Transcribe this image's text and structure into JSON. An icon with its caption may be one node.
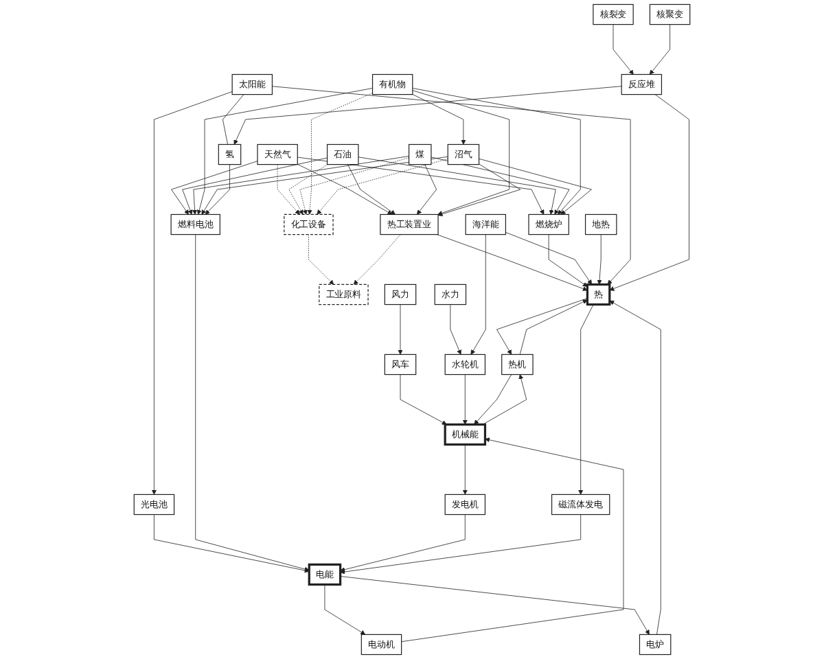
{
  "diagram": {
    "nodes": [
      {
        "text": [
          "天然气"
        ]
      },
      {
        "text": [
          "石油"
        ]
      },
      {
        "text": [
          "煤"
        ]
      },
      {
        "text": [
          "有机物"
        ]
      },
      {
        "text": [
          "沼气"
        ]
      },
      {
        "text": [
          "风力"
        ]
      },
      {
        "text": [
          "水力"
        ]
      },
      {
        "text": [
          "海洋能"
        ]
      },
      {
        "text": [
          "地热"
        ]
      },
      {
        "text": [
          "太阳能"
        ]
      },
      {
        "text": [
          "氢"
        ]
      },
      {
        "text": [
          "核裂变"
        ]
      },
      {
        "text": [
          "核聚变"
        ]
      },
      {
        "text": [
          "化工设备"
        ]
      },
      {
        "text": [
          "热工装置业"
        ]
      },
      {
        "text": [
          "燃烧炉"
        ]
      },
      {
        "text": [
          "风车"
        ]
      },
      {
        "text": [
          "水轮机"
        ]
      },
      {
        "text": [
          "光电池"
        ]
      },
      {
        "text": [
          "燃料电池"
        ]
      },
      {
        "text": [
          "反应堆"
        ]
      },
      {
        "text": [
          "工业原料"
        ]
      },
      {
        "text": [
          "热"
        ]
      },
      {
        "text": [
          "热机"
        ]
      },
      {
        "text": [
          "机械能"
        ]
      },
      {
        "text": [
          "发电机"
        ]
      },
      {
        "text": [
          "电能"
        ]
      },
      {
        "text": [
          "电动机"
        ]
      },
      {
        "text": [
          "磁流体发电"
        ]
      },
      {
        "text": [
          "电炉"
        ]
      }
    ],
    "edges": [
      {
        "from": 3,
        "to": 4,
        "arrow": "to"
      },
      {
        "from": 0,
        "to": 13,
        "arrow": "to",
        "style": "dashed"
      },
      {
        "from": 1,
        "to": 13,
        "arrow": "to",
        "style": "dashed"
      },
      {
        "from": 2,
        "to": 13,
        "arrow": "to",
        "style": "dashed"
      },
      {
        "from": 3,
        "to": 13,
        "arrow": "to",
        "style": "dashed"
      },
      {
        "from": 4,
        "to": 13,
        "arrow": "to",
        "style": "dashed"
      },
      {
        "from": 0,
        "to": 14,
        "arrow": "to"
      },
      {
        "from": 1,
        "to": 14,
        "arrow": "to"
      },
      {
        "from": 2,
        "to": 14,
        "arrow": "to"
      },
      {
        "from": 3,
        "to": 14,
        "arrow": "to"
      },
      {
        "from": 4,
        "to": 14,
        "arrow": "to"
      },
      {
        "from": 0,
        "to": 15,
        "arrow": "to"
      },
      {
        "from": 1,
        "to": 15,
        "arrow": "to"
      },
      {
        "from": 2,
        "to": 15,
        "arrow": "to"
      },
      {
        "from": 3,
        "to": 15,
        "arrow": "to"
      },
      {
        "from": 4,
        "to": 15,
        "arrow": "to"
      },
      {
        "from": 0,
        "to": 19,
        "arrow": "to"
      },
      {
        "from": 1,
        "to": 19,
        "arrow": "to"
      },
      {
        "from": 2,
        "to": 19,
        "arrow": "to"
      },
      {
        "from": 3,
        "to": 19,
        "arrow": "to"
      },
      {
        "from": 4,
        "to": 19,
        "arrow": "to"
      },
      {
        "from": 5,
        "to": 16,
        "arrow": "to"
      },
      {
        "from": 6,
        "to": 17,
        "arrow": "to"
      },
      {
        "from": 7,
        "to": 17,
        "arrow": "to"
      },
      {
        "from": 9,
        "to": 10,
        "arrow": "none"
      },
      {
        "from": 9,
        "to": 18,
        "arrow": "to"
      },
      {
        "from": 10,
        "to": 19,
        "arrow": "to"
      },
      {
        "from": 20,
        "to": 10,
        "arrow": "to"
      },
      {
        "from": 11,
        "to": 20,
        "arrow": "to"
      },
      {
        "from": 12,
        "to": 20,
        "arrow": "to"
      },
      {
        "from": 13,
        "to": 21,
        "arrow": "to",
        "style": "dashed"
      },
      {
        "from": 14,
        "to": 21,
        "arrow": "to",
        "style": "dashed"
      },
      {
        "from": 14,
        "to": 22,
        "arrow": "to"
      },
      {
        "from": 15,
        "to": 22,
        "arrow": "to"
      },
      {
        "from": 7,
        "to": 22,
        "arrow": "to"
      },
      {
        "from": 8,
        "to": 22,
        "arrow": "to"
      },
      {
        "from": 9,
        "to": 22,
        "arrow": "to"
      },
      {
        "from": 20,
        "to": 22,
        "arrow": "to"
      },
      {
        "from": 16,
        "to": 24,
        "arrow": "to"
      },
      {
        "from": 17,
        "to": 24,
        "arrow": "to"
      },
      {
        "from": 18,
        "to": 26,
        "arrow": "to"
      },
      {
        "from": 19,
        "to": 26,
        "arrow": "to"
      },
      {
        "from": 22,
        "to": 23,
        "arrow": "to"
      },
      {
        "from": 23,
        "to": 24,
        "arrow": "to"
      },
      {
        "from": 24,
        "to": 23,
        "arrow": "to"
      },
      {
        "from": 23,
        "to": 22,
        "arrow": "to"
      },
      {
        "from": 24,
        "to": 25,
        "arrow": "to"
      },
      {
        "from": 25,
        "to": 26,
        "arrow": "to"
      },
      {
        "from": 26,
        "to": 27,
        "arrow": "to"
      },
      {
        "from": 27,
        "to": 24,
        "arrow": "to"
      },
      {
        "from": 22,
        "to": 28,
        "arrow": "to"
      },
      {
        "from": 28,
        "to": 26,
        "arrow": "to"
      },
      {
        "from": 26,
        "to": 29,
        "arrow": "to"
      },
      {
        "from": 29,
        "to": 22,
        "arrow": "to"
      }
    ]
  }
}
